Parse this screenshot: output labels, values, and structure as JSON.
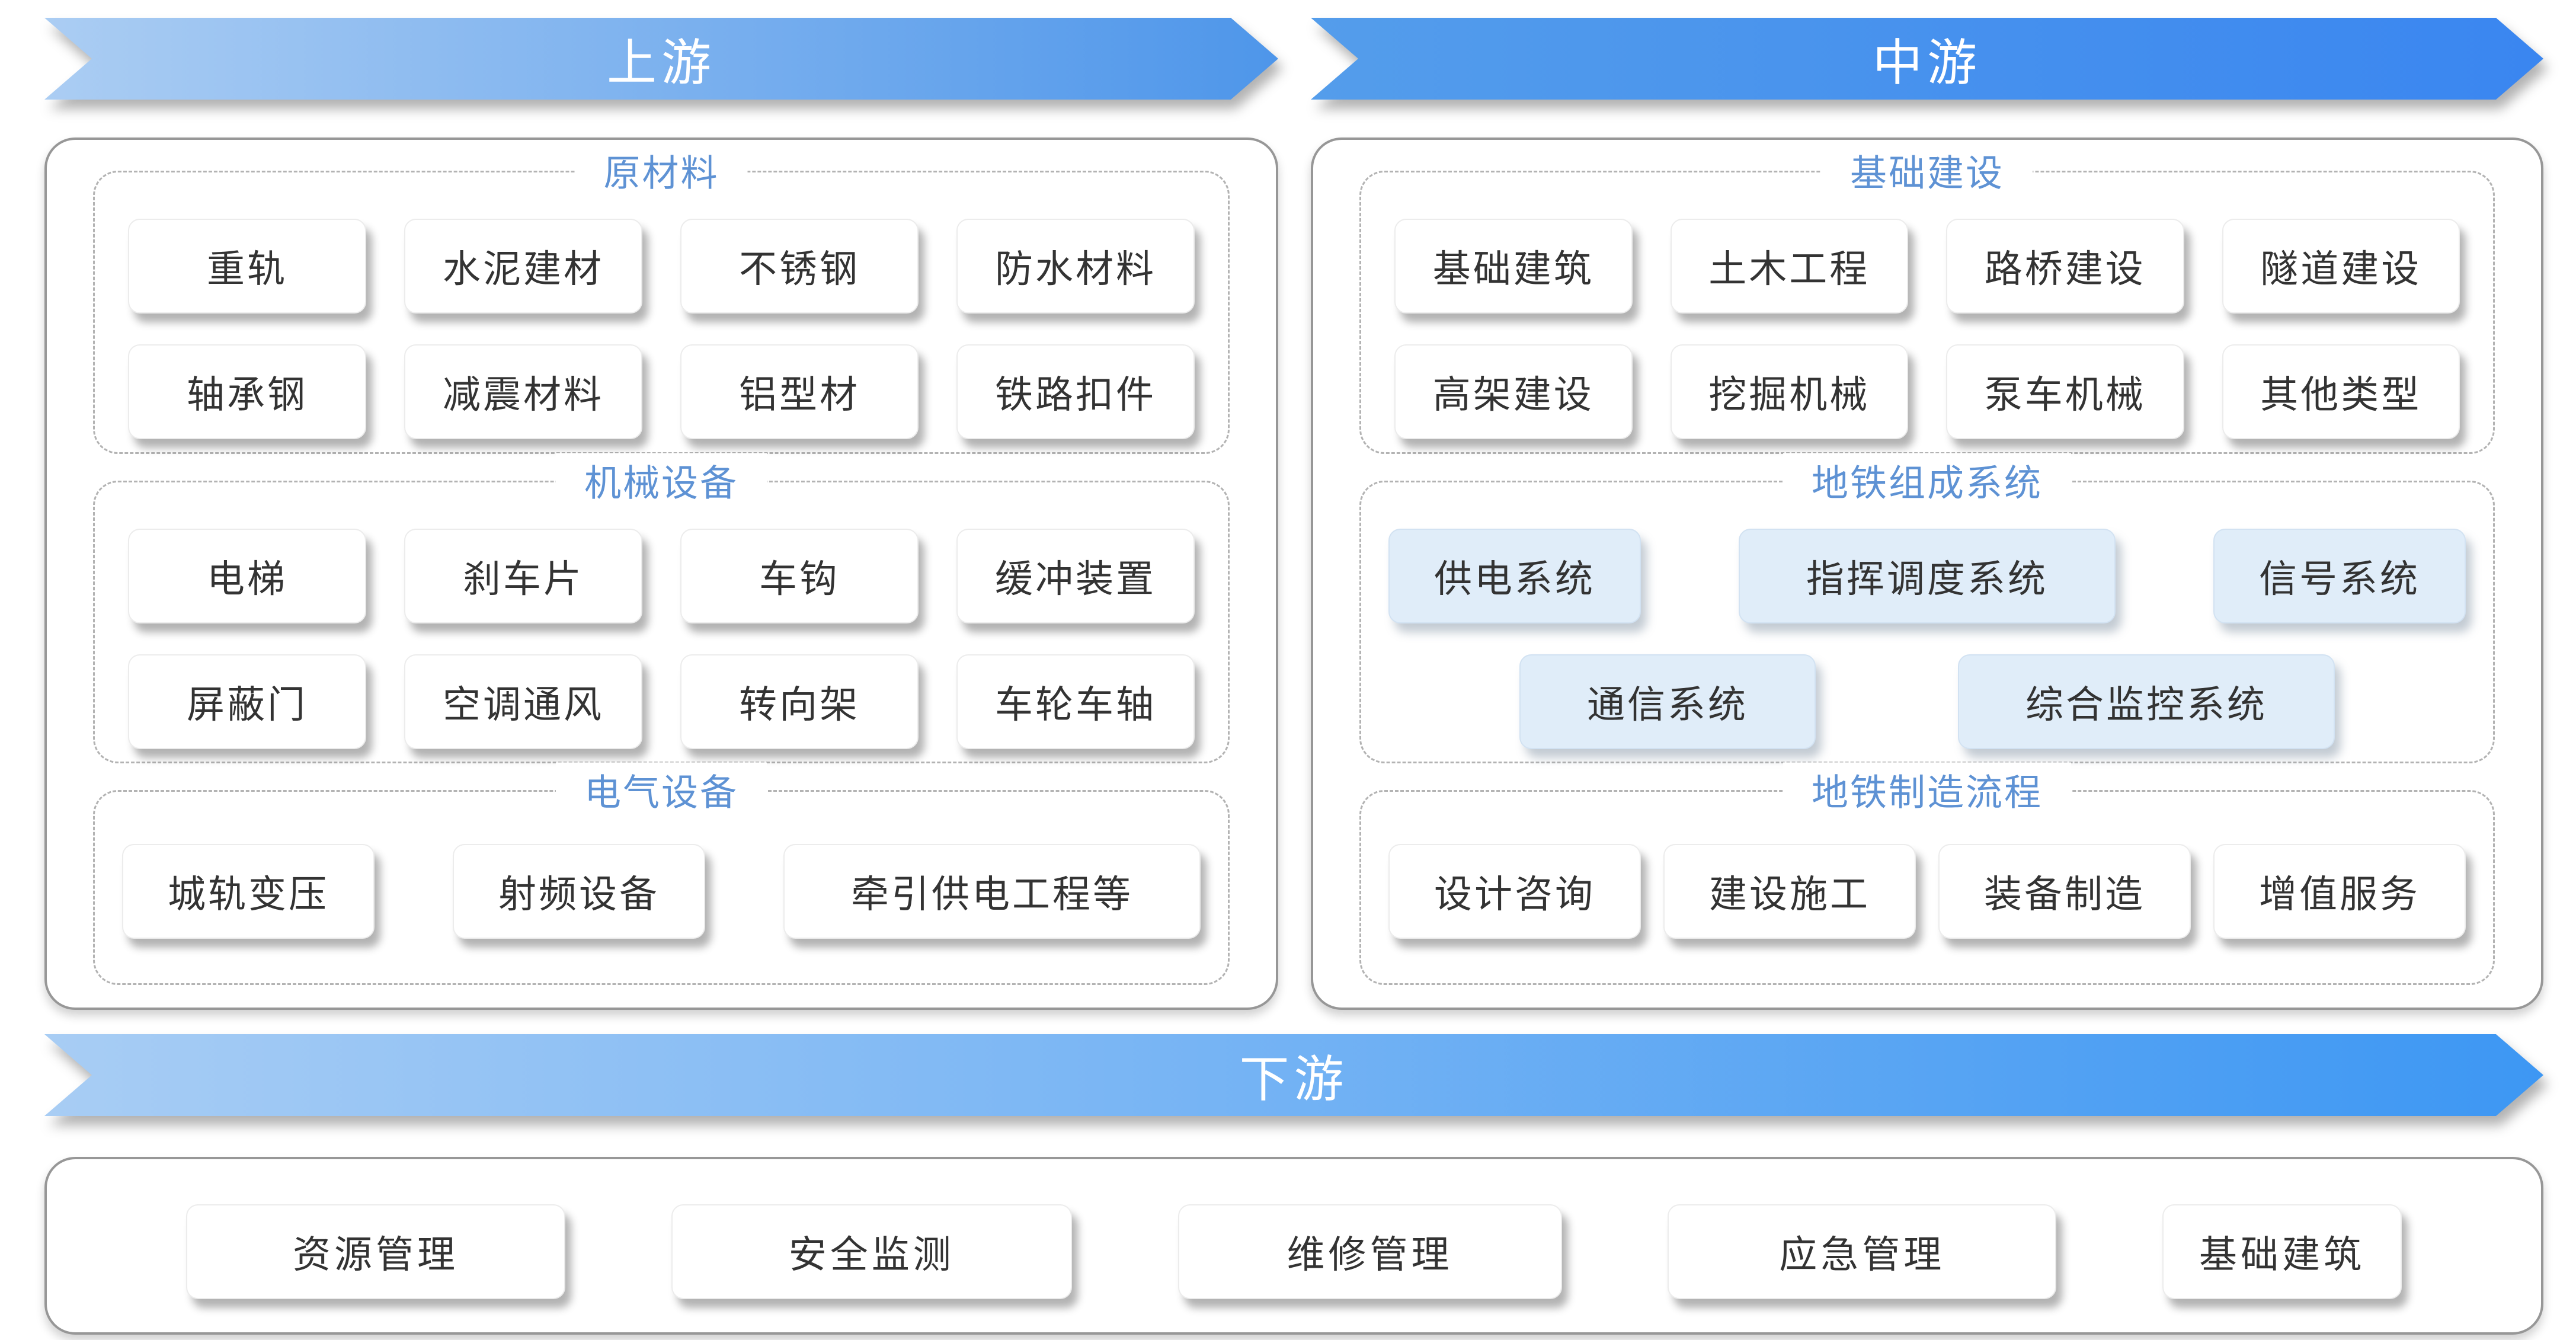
{
  "banners": {
    "upstream": "上游",
    "midstream": "中游",
    "downstream": "下游"
  },
  "upstream": {
    "sections": [
      {
        "title": "原材料",
        "items": [
          "重轨",
          "水泥建材",
          "不锈钢",
          "防水材料",
          "轴承钢",
          "减震材料",
          "铝型材",
          "铁路扣件"
        ]
      },
      {
        "title": "机械设备",
        "items": [
          "电梯",
          "刹车片",
          "车钩",
          "缓冲装置",
          "屏蔽门",
          "空调通风",
          "转向架",
          "车轮车轴"
        ]
      },
      {
        "title": "电气设备",
        "items": [
          "城轨变压",
          "射频设备",
          "牵引供电工程等"
        ]
      }
    ]
  },
  "midstream": {
    "sections": [
      {
        "title": "基础建设",
        "items": [
          "基础建筑",
          "土木工程",
          "路桥建设",
          "隧道建设",
          "高架建设",
          "挖掘机械",
          "泵车机械",
          "其他类型"
        ]
      },
      {
        "title": "地铁组成系统",
        "rows": [
          [
            "供电系统",
            "指挥调度系统",
            "信号系统"
          ],
          [
            "通信系统",
            "综合监控系统"
          ]
        ]
      },
      {
        "title": "地铁制造流程",
        "items": [
          "设计咨询",
          "建设施工",
          "装备制造",
          "增值服务"
        ]
      }
    ]
  },
  "downstream": {
    "items": [
      "资源管理",
      "安全监测",
      "维修管理",
      "应急管理",
      "基础建筑"
    ]
  },
  "colors": {
    "banner_gradient_start": "#abcdf3",
    "banner_gradient_end": "#3a86f0",
    "downstream_gradient_end": "#3d97f3",
    "section_title_blue": "#5e92d4",
    "highlight_chip_bg": "#e0edf9",
    "chip_text": "#333333",
    "panel_border": "#979797"
  }
}
